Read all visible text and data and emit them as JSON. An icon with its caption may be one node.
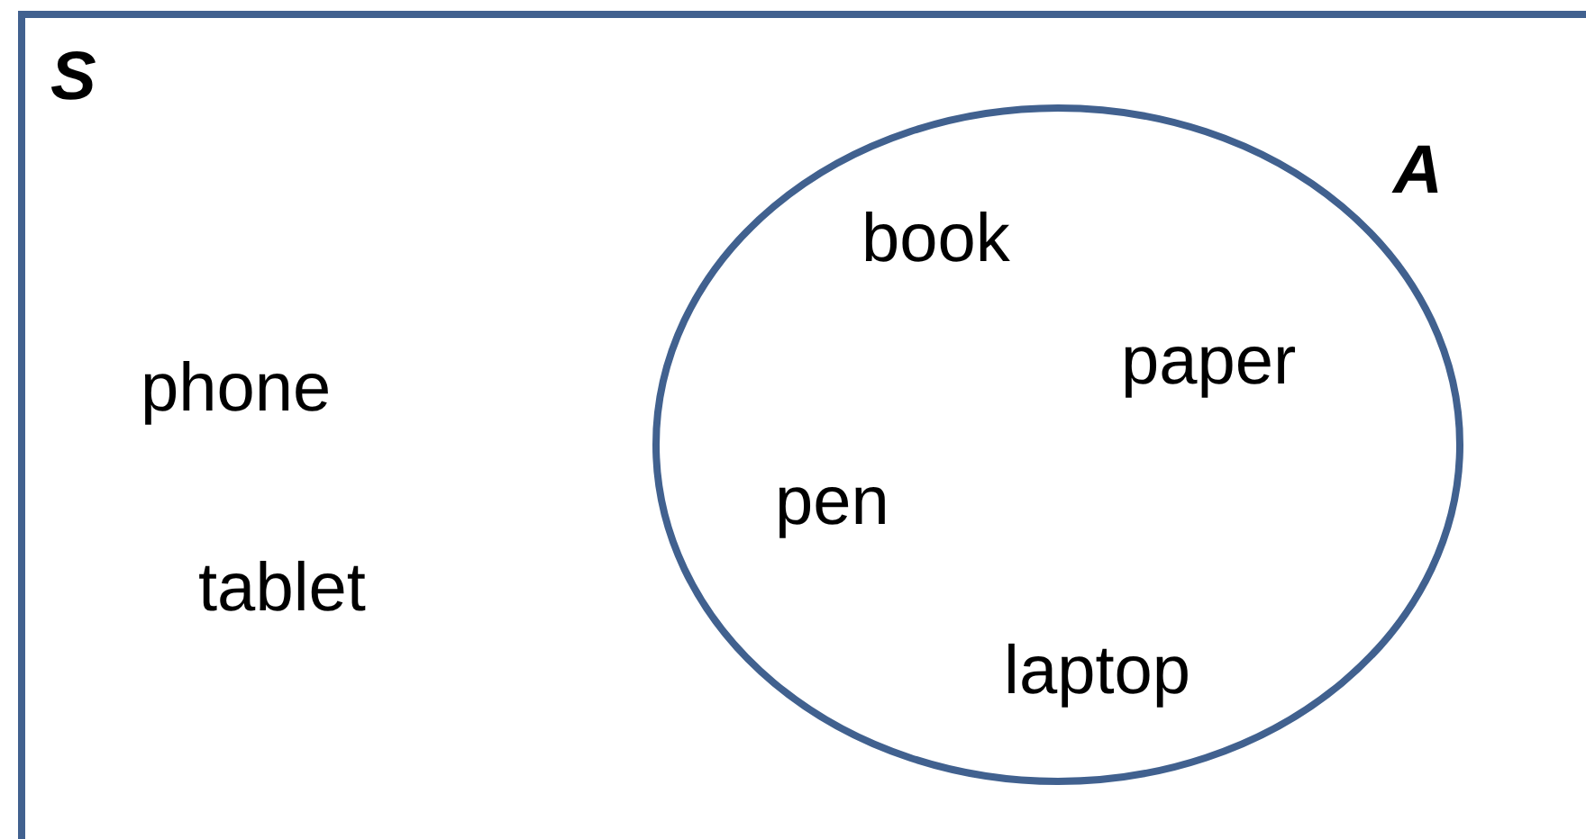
{
  "diagram": {
    "nodes": [
      {
        "text": [
          "S",
          "phone",
          "tablet"
        ]
      },
      {
        "text": [
          "A",
          "book",
          "paper",
          "pen",
          "laptop"
        ],
        "in": 0
      }
    ]
  }
}
